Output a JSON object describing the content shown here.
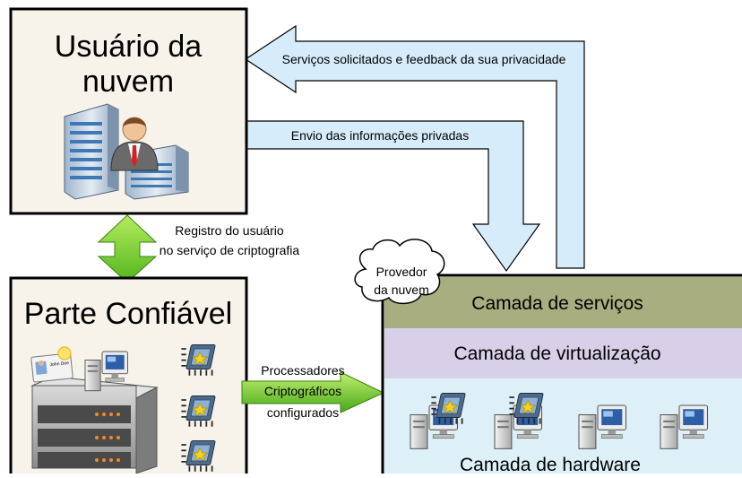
{
  "user_box": {
    "title_line1": "Usuário da",
    "title_line2": "nuvem"
  },
  "trusted_box": {
    "title": "Parte Confiável",
    "id_card_text": "John Doe"
  },
  "provider": {
    "cloud_line1": "Provedor",
    "cloud_line2": "da nuvem",
    "layers": {
      "services": "Camada de serviços",
      "virtualization": "Camada de virtualização",
      "hardware": "Camada de hardware"
    }
  },
  "arrows": {
    "services_feedback": "Serviços solicitados e feedback da sua privacidade",
    "private_info": "Envio das informações privadas",
    "registration_line1": "Registro do usuário",
    "registration_line2": "no serviço de criptografia",
    "processors_line1": "Processadores",
    "processors_line2": "Criptográficos",
    "processors_line3": "configurados"
  },
  "colors": {
    "box_fill": "#f7f3eb",
    "arrow_blue": "#d6ecfa",
    "arrow_green": "#7fd42a",
    "services_layer": "#a9ae80",
    "virtualization_layer": "#d8cfe9",
    "hardware_layer": "#def0f7"
  },
  "icons": [
    "office-building-icon",
    "business-user-icon",
    "server-rack-icon",
    "id-card-icon",
    "desktop-computer-icon",
    "crypto-chip-icon",
    "cloud-callout-icon"
  ]
}
